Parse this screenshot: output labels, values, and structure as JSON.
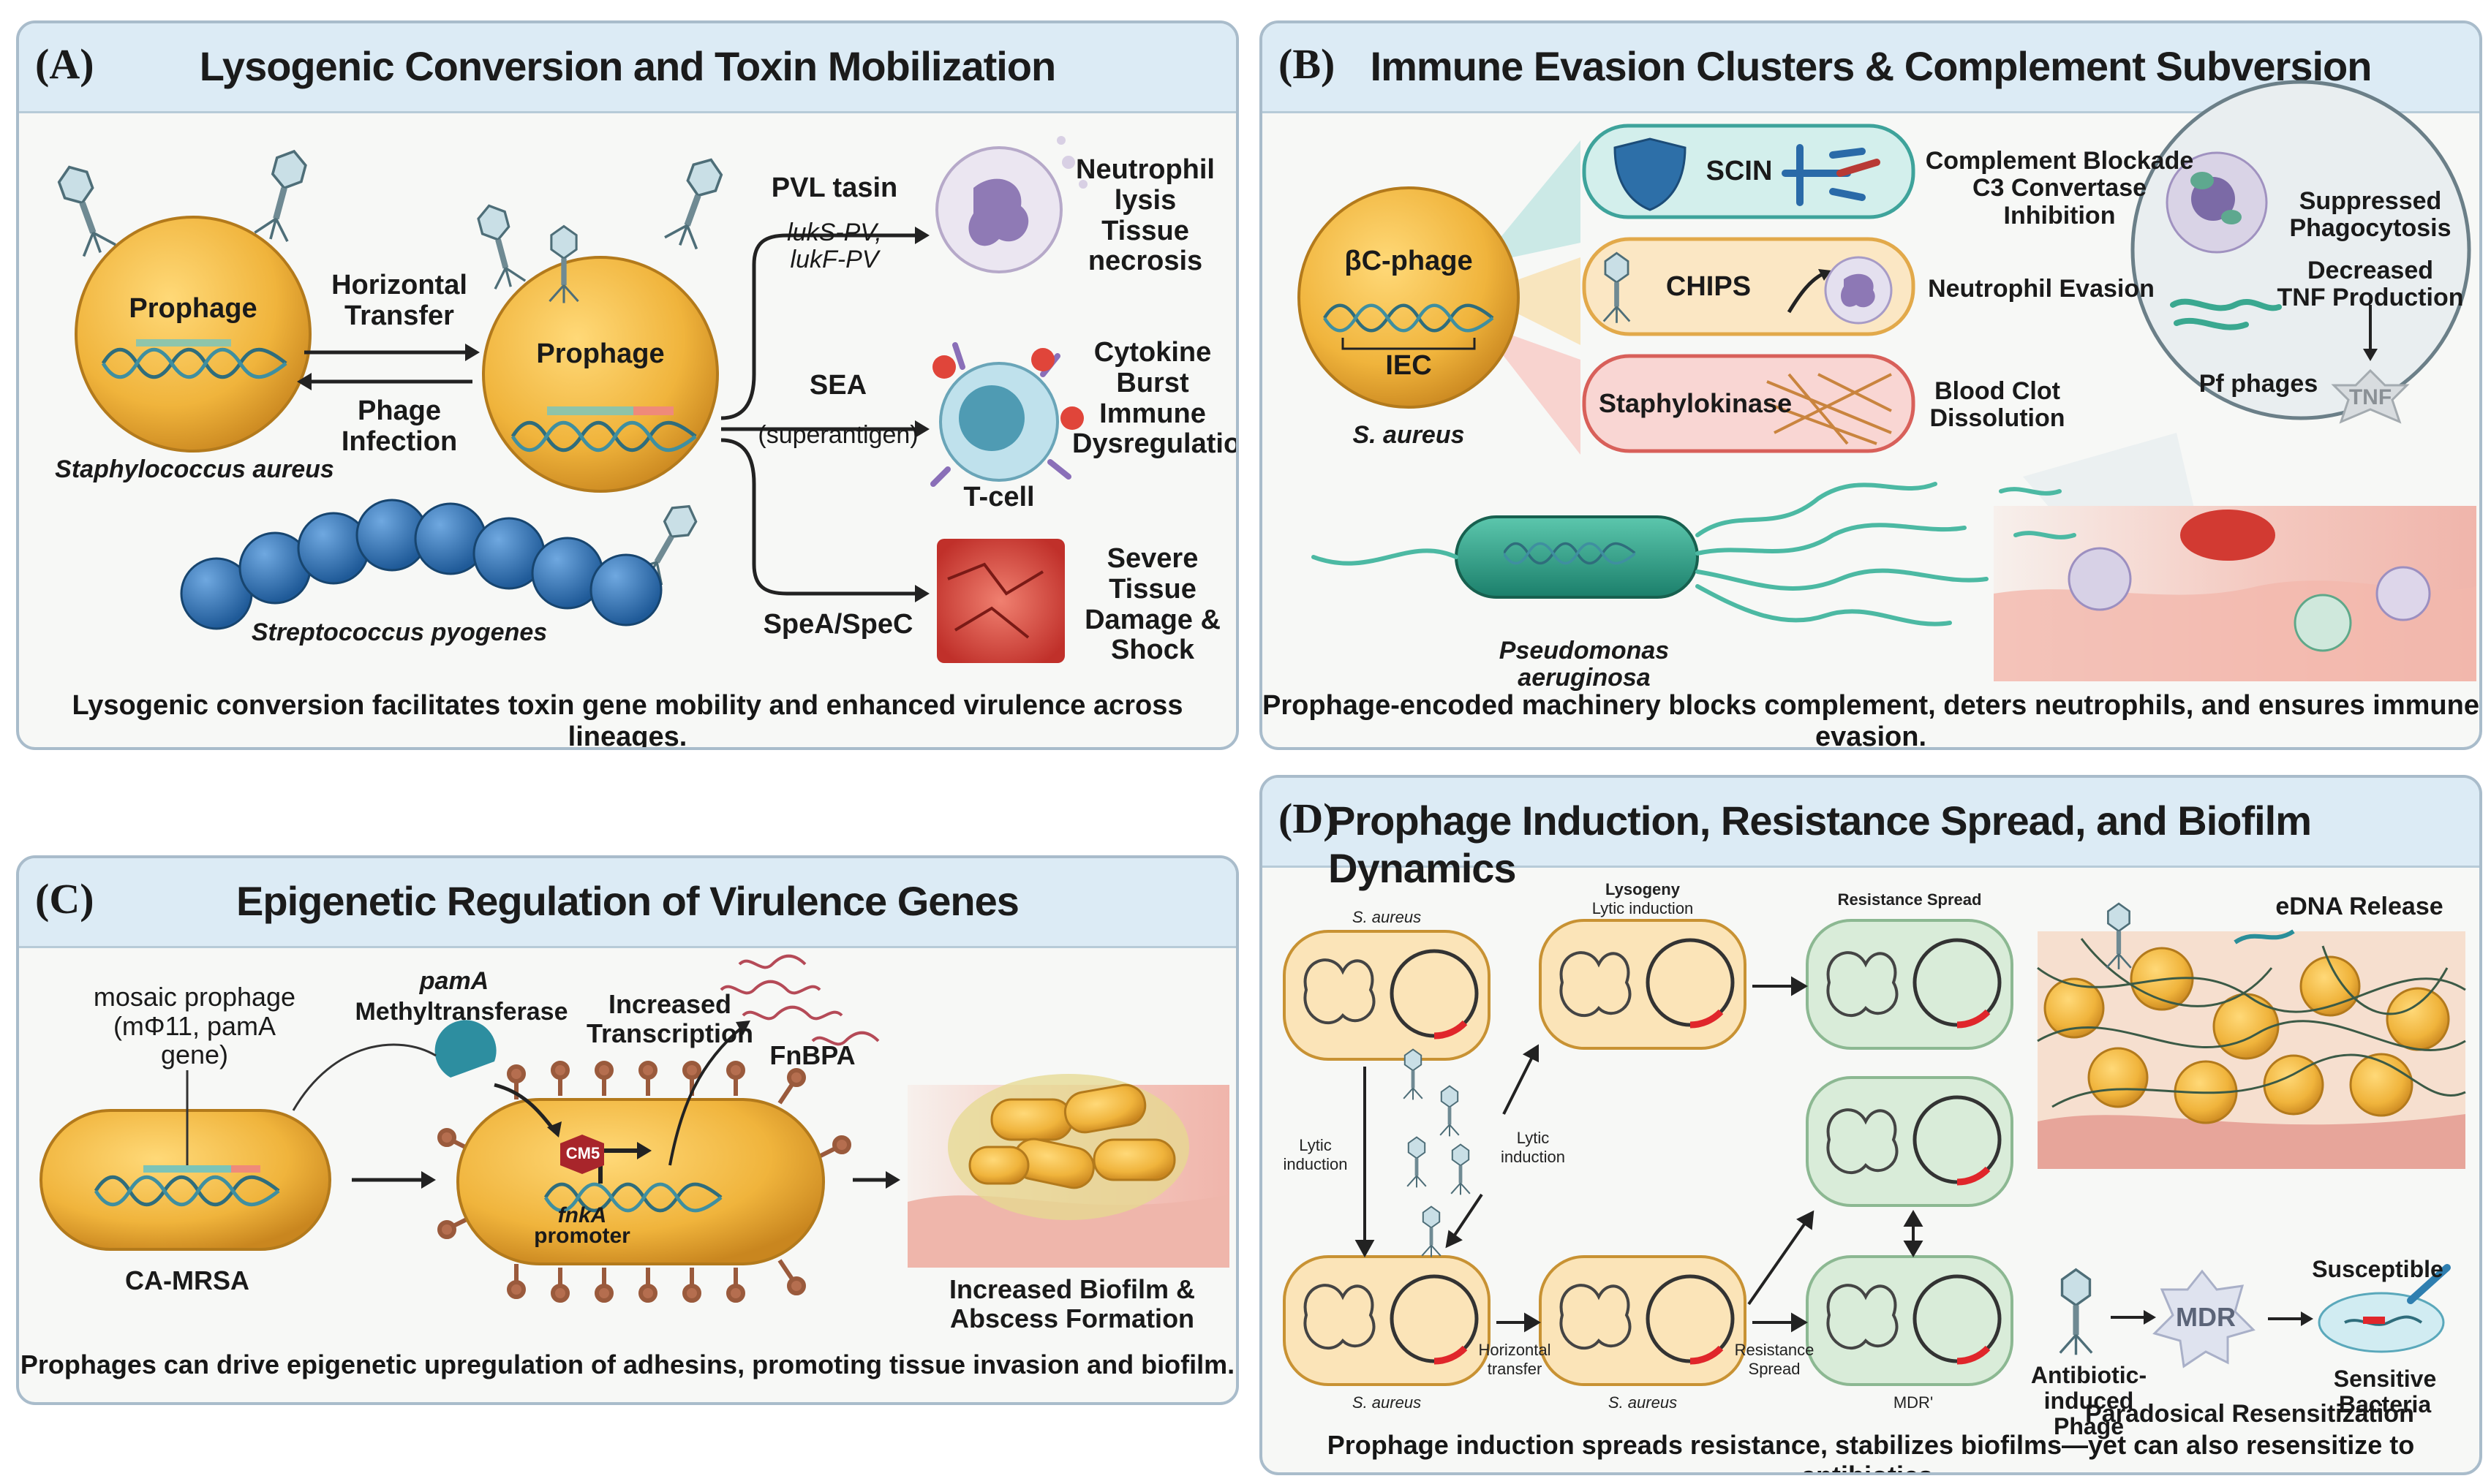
{
  "colors": {
    "cell": "#f0b43c",
    "cell_dark": "#c9861f",
    "dna": "#3a7d8c",
    "resist": "#e0262b",
    "green_cell": "#d6ead8",
    "header": "#dcebf5",
    "border": "#a9bccb",
    "cocci": "#2f6fb0",
    "pseudo": "#2aa38b"
  },
  "panel_a": {
    "label": "(A)",
    "title": "Lysogenic Conversion and Toxin Mobilization",
    "prophage_left": "Prophage",
    "prophage_right": "Prophage",
    "horizontal_transfer": "Horizontal\nTransfer",
    "phage_infection": "Phage\nInfection",
    "staph_label": "Staphylococcus aureus",
    "strep_label": "Streptococcus pyogenes",
    "pvl": "PVL tasin",
    "pvl_genes": "lukS-PV,\nlukF-PV",
    "neutrophil": "Neutrophil\nlysis\nTissue necrosis",
    "sea": "SEA",
    "superantigen": "(superantigen)",
    "tcell": "T-cell",
    "cytokine": "Cytokine\nBurst\nImmune\nDysregulation",
    "spea": "SpeA/SpeC",
    "tissue": "Severe Tissue\nDamage &\nShock",
    "footer": "Lysogenic conversion facilitates toxin gene mobility and enhanced virulence across lineages."
  },
  "panel_b": {
    "label": "(B)",
    "title": "Immune Evasion Clusters & Complement Subversion",
    "phage": "βC-phage",
    "iec": "IEC",
    "saureus": "S. aureus",
    "scin": "SCIN",
    "scin_effect": "Complement Blockade\nC3 Convertase Inhibition",
    "chips": "CHIPS",
    "chips_effect": "Neutrophil Evasion",
    "sak": "Staphylokinase",
    "sak_effect": "Blood Clot\nDissolution",
    "suppressed": "Suppressed\nPhagocytosis",
    "decreased": "Decreased\nTNF Production",
    "pf": "Pf phages",
    "tnf": "TNF",
    "pseudo": "Pseudomonas aeruginosa",
    "footer": "Prophage-encoded machinery blocks complement, deters neutrophils, and ensures immune evasion."
  },
  "panel_c": {
    "label": "(C)",
    "title": "Epigenetic Regulation of Virulence Genes",
    "mosaic": "mosaic prophage\n(mΦ11, pamA gene)",
    "pama": "pamA",
    "methyl": "Methyltransferase",
    "increased_tx": "Increased\nTranscription",
    "fnbpa": "FnBPA",
    "cm5": "CM5",
    "fnka": "fnkA",
    "promoter": "promoter",
    "camrsa": "CA-MRSA",
    "biofilm": "Increased Biofilm &\nAbscess Formation",
    "footer": "Prophages can drive epigenetic upregulation of adhesins, promoting tissue invasion and biofilm."
  },
  "panel_d": {
    "label": "(D)",
    "title": "Prophage Induction, Resistance Spread, and Biofilm Dynamics",
    "saureus_top": "S. aureus",
    "lysogeny": "Lysogeny",
    "lytic_induction_top": "Lytic induction",
    "resistance_spread": "Resistance Spread",
    "edna": "eDNA Release",
    "lytic_induction_left": "Lytic\ninduction",
    "lytic_induction_mid": "Lytic\ninduction",
    "horizontal_transfer": "Horizontal\ntransfer",
    "resistance_spread_small": "Resistance\nSpread",
    "saureus_bl": "S. aureus",
    "saureus_bm": "S. aureus",
    "mdr_prime": "MDR'",
    "antibiotic_phage": "Antibiotic-\ninduced Phage",
    "mdr": "MDR",
    "susceptible": "Susceptible",
    "sensitive": "Sensitive Bacteria",
    "paradoxical": "Paradosical Resensitization",
    "footer": "Prophage induction spreads resistance, stabilizes biofilms—yet can also resensitize to antibiotics."
  }
}
